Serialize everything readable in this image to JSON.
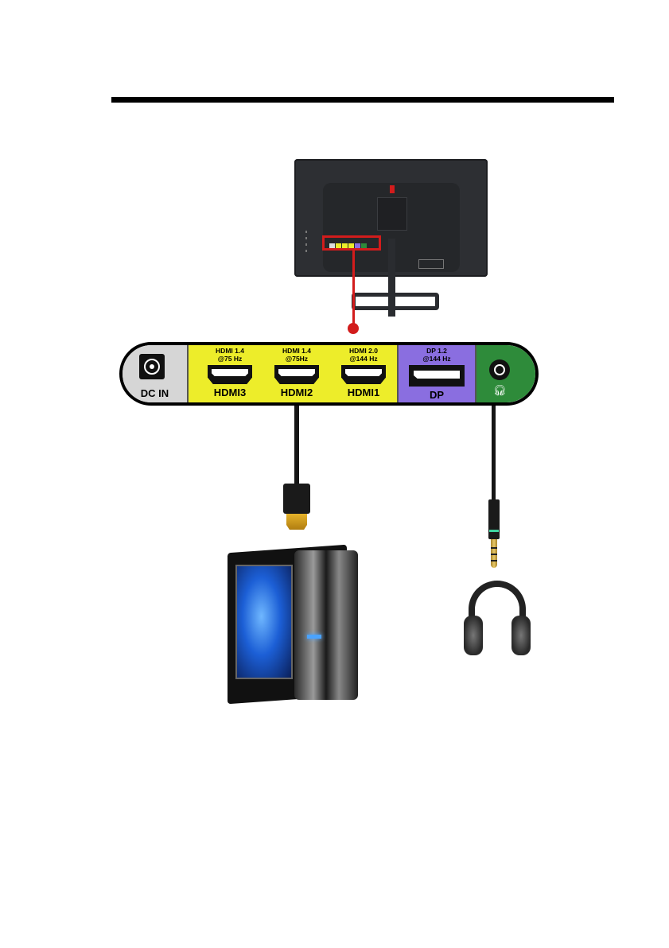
{
  "panel": {
    "dc": {
      "name": "DC IN"
    },
    "hdmi3": {
      "spec": "HDMI 1.4\n@75 Hz",
      "name": "HDMI3"
    },
    "hdmi2": {
      "spec": "HDMI 1.4\n@75Hz",
      "name": "HDMI2"
    },
    "hdmi1": {
      "spec": "HDMI 2.0\n@144 Hz",
      "name": "HDMI1"
    },
    "dp": {
      "spec": "DP 1.2\n@144 Hz",
      "name": "DP"
    },
    "audio": {
      "icon": "headphone-icon"
    }
  },
  "colors": {
    "dc_zone": "#d6d6d6",
    "hdmi_zone": "#eded2a",
    "dp_zone": "#8a6ee0",
    "audio_zone": "#2e8b3a",
    "highlight": "#d21c1c"
  },
  "icons": [
    "monitor-back",
    "hdmi-cable",
    "audio-cable",
    "pc-tower",
    "headphones"
  ]
}
